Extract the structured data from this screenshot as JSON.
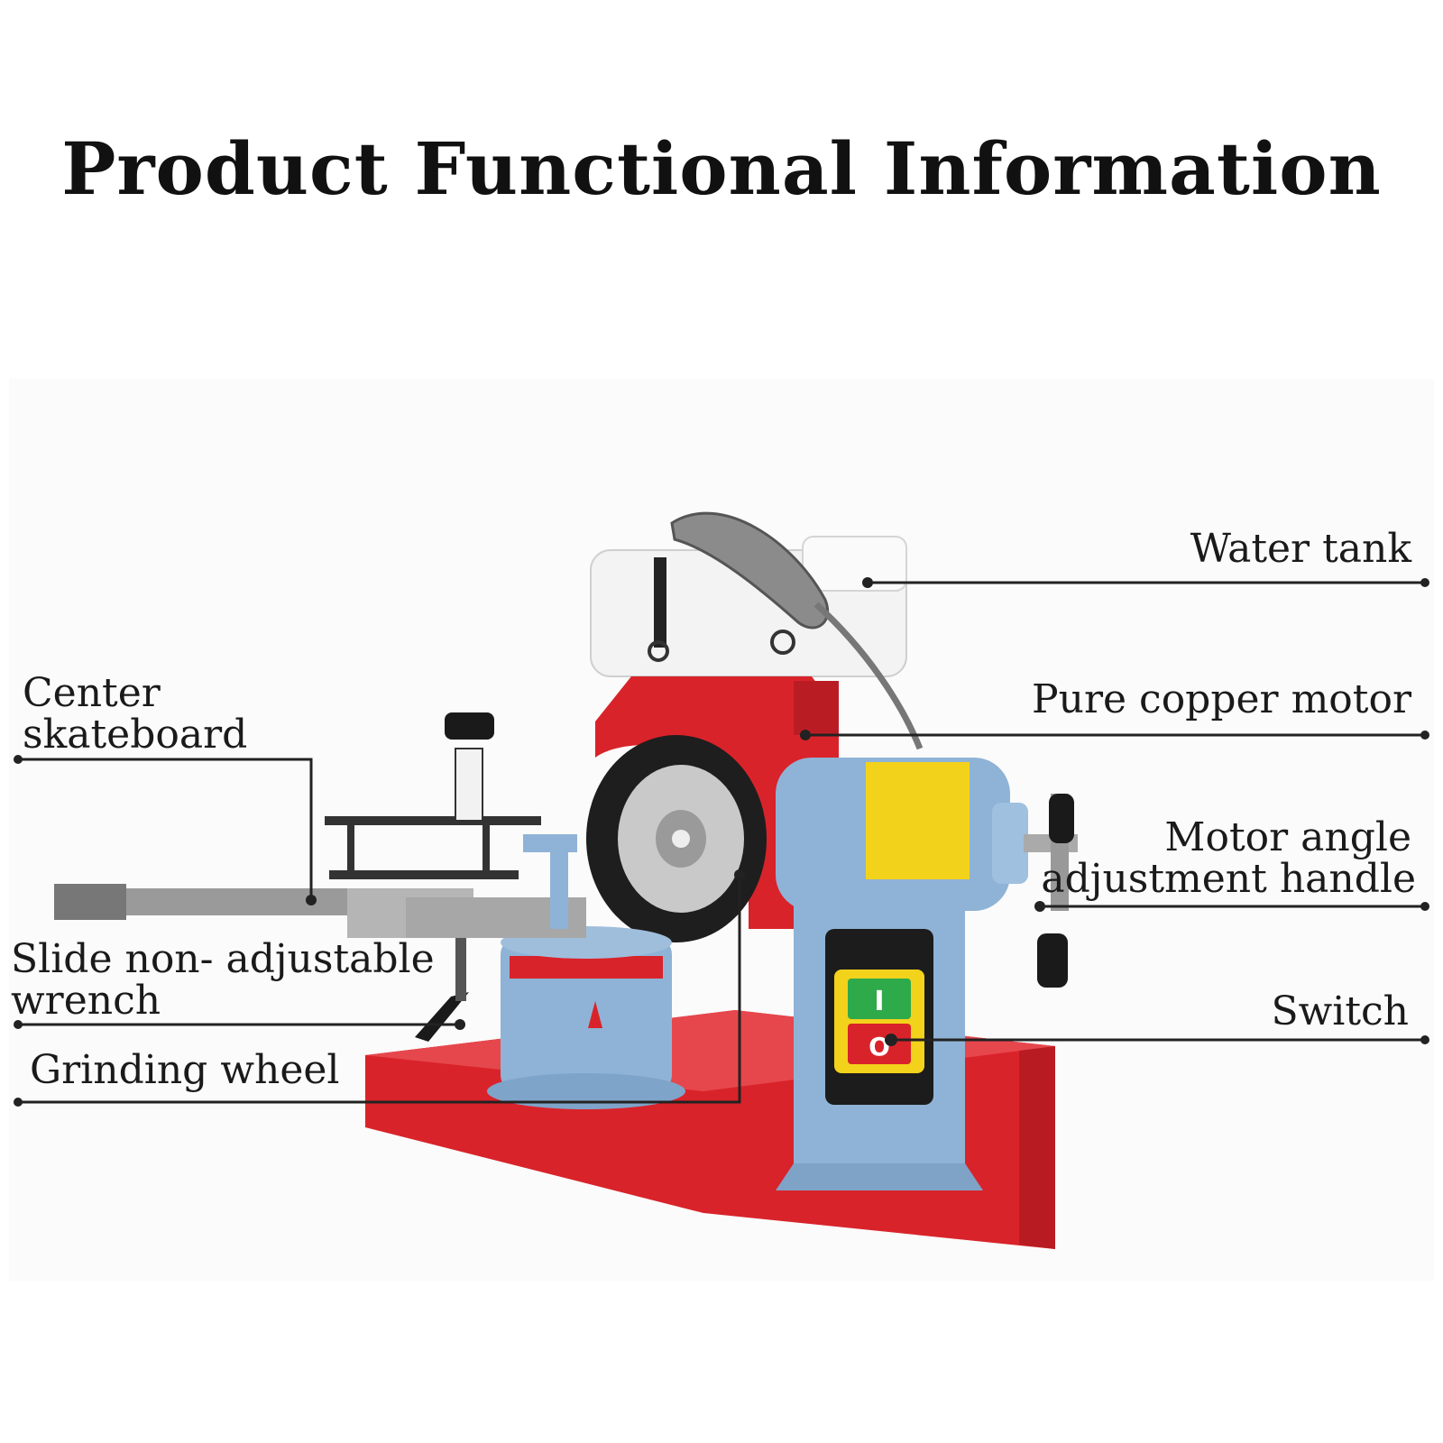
{
  "title": "Product Functional Information",
  "labels": {
    "water_tank": "Water tank",
    "pure_copper_motor": "Pure copper motor",
    "motor_angle_line1": "Motor angle",
    "motor_angle_line2": "adjustment handle",
    "switch": "Switch",
    "center_line1": "Center",
    "center_line2": "skateboard",
    "slide_line1": "Slide non- adjustable",
    "slide_line2": "wrench",
    "grinding_wheel": "Grinding wheel"
  },
  "switch_panel": {
    "on_symbol": "I",
    "off_symbol": "O"
  },
  "colors": {
    "machine_red": "#d9232a",
    "machine_blue": "#8fb3d6",
    "tank_white": "#f2f2f2",
    "label_yellow": "#f3d21b",
    "switch_green": "#2faa4a",
    "line": "#222222"
  }
}
